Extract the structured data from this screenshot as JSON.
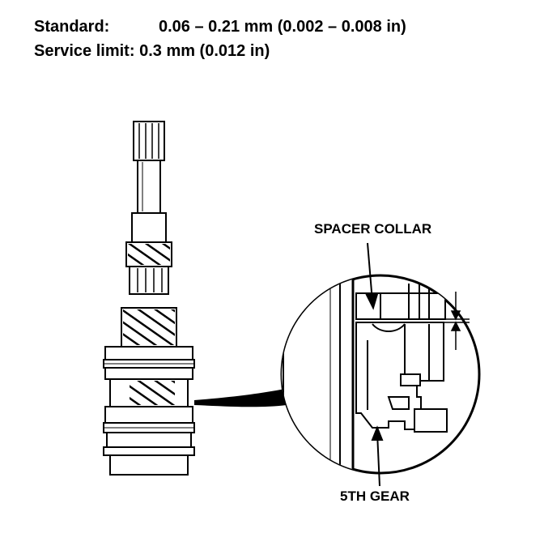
{
  "specs": {
    "standard_label": "Standard:",
    "standard_value": "0.06 – 0.21 mm (0.002 – 0.008 in)",
    "limit_label": "Service limit:",
    "limit_value": "0.3 mm (0.012 in)"
  },
  "callouts": {
    "spacer_collar": "SPACER COLLAR",
    "fifth_gear": "5TH GEAR"
  }
}
